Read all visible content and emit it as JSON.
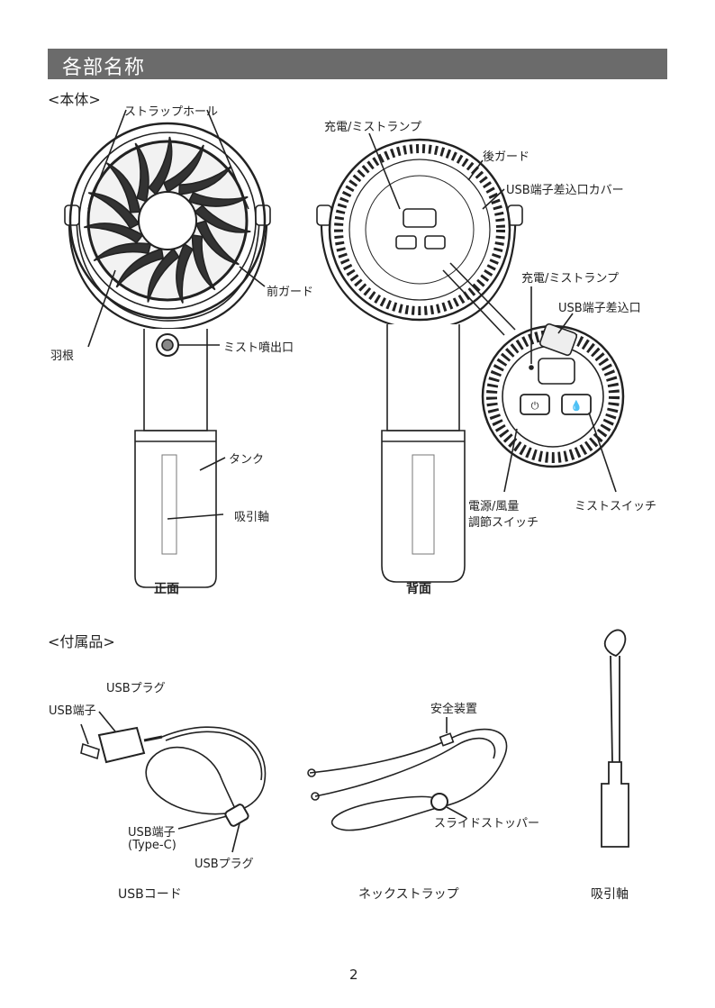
{
  "header": {
    "title": "各部名称"
  },
  "body_section": {
    "heading": "<本体>",
    "front": {
      "caption": "正面",
      "labels": {
        "strap_hole": "ストラップホール",
        "front_guard": "前ガード",
        "blade": "羽根",
        "mist_outlet": "ミスト噴出口",
        "tank": "タンク",
        "suction_shaft": "吸引軸"
      }
    },
    "back": {
      "caption": "背面",
      "labels": {
        "charge_lamp_top": "充電/ミストランプ",
        "rear_guard": "後ガード",
        "usb_cover": "USB端子差込口カバー",
        "charge_lamp_zoom": "充電/ミストランプ",
        "usb_port": "USB端子差込口",
        "power_switch_line1": "電源/風量",
        "power_switch_line2": "調節スイッチ",
        "mist_switch": "ミストスイッチ"
      }
    }
  },
  "accessories": {
    "heading": "<付属品>",
    "usb_cord": {
      "caption": "USBコード",
      "plug_top": "USBプラグ",
      "terminal_top": "USB端子",
      "terminal_c_line1": "USB端子",
      "terminal_c_line2": "(Type-C)",
      "plug_bottom": "USBプラグ"
    },
    "neck_strap": {
      "caption": "ネックストラップ",
      "safety": "安全装置",
      "slide_stopper": "スライドストッパー"
    },
    "shaft": {
      "caption": "吸引軸"
    }
  },
  "footer": {
    "page_number": "2"
  }
}
